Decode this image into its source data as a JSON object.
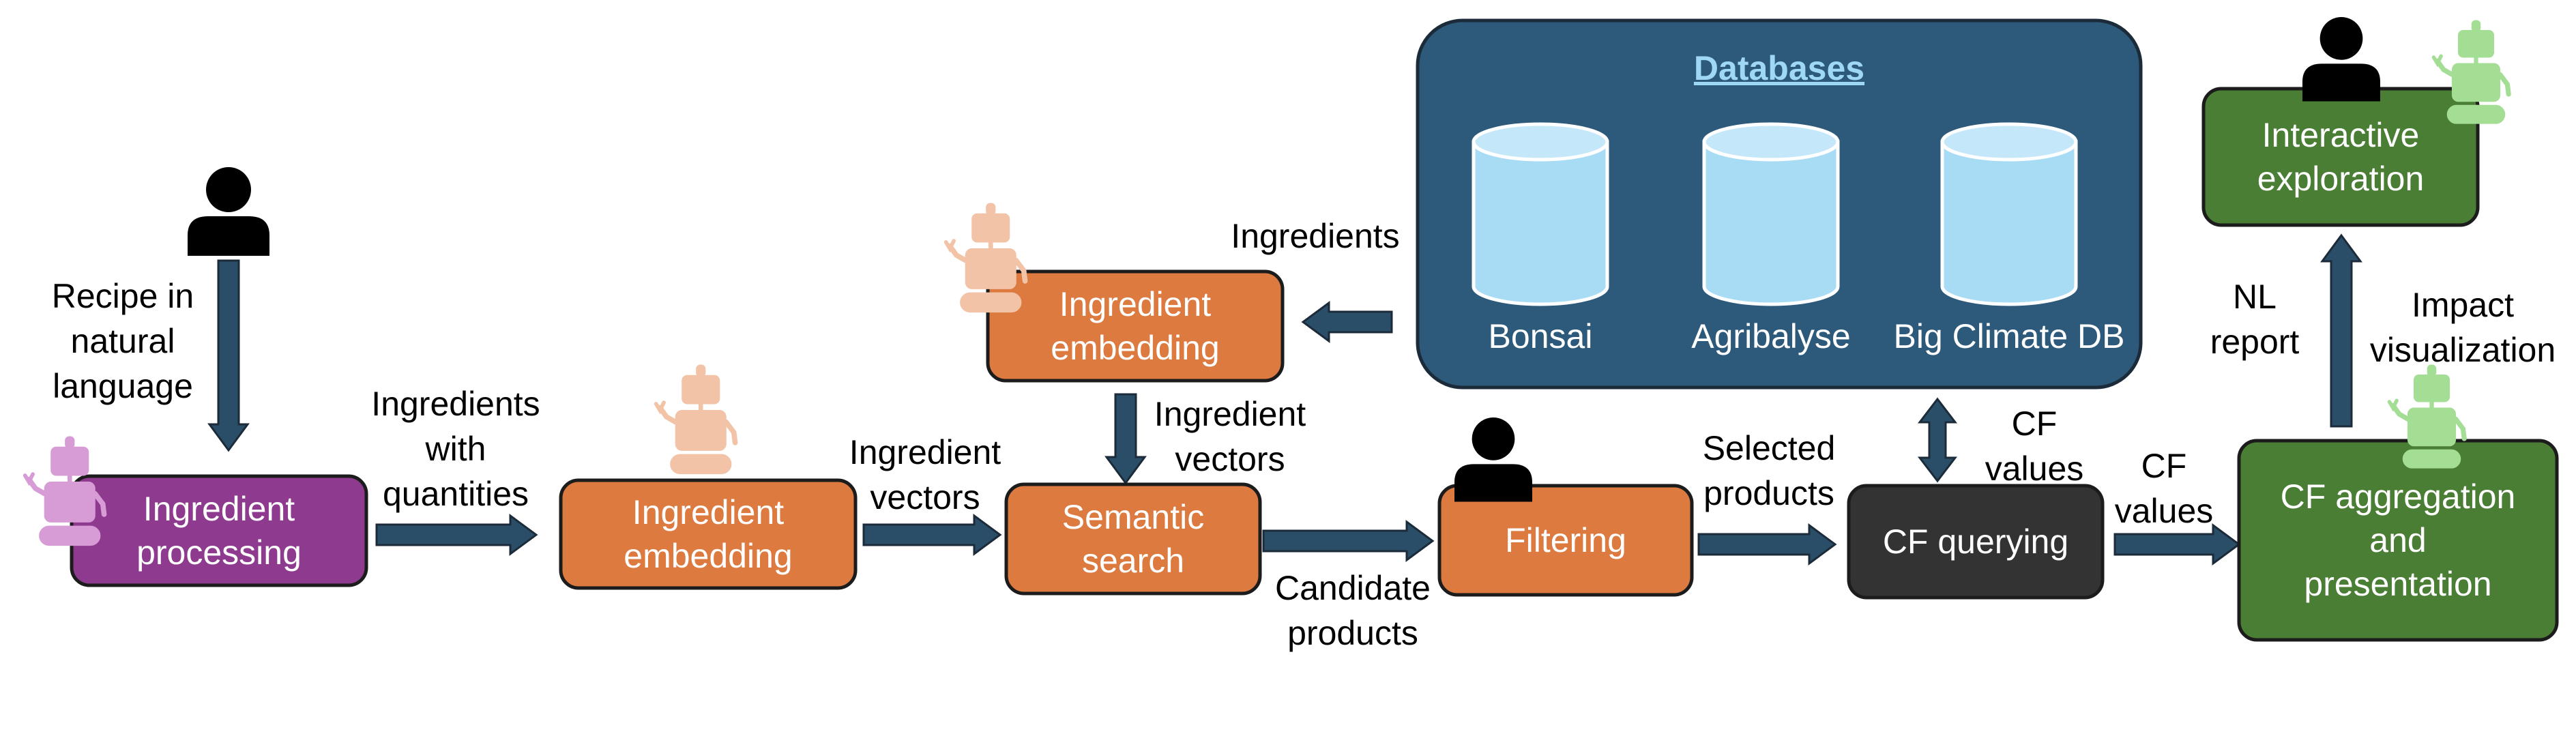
{
  "colors": {
    "orange": "#dc7a40",
    "purple": "#8e3a8e",
    "green": "#4a7e34",
    "dark": "#333333",
    "navy": "#2d5a7b",
    "cylinder": "#a8dcf5",
    "arrow": "#2b4e68"
  },
  "boxes": {
    "ingredient_processing": [
      "Ingredient",
      "processing"
    ],
    "ingredient_embedding_1": [
      "Ingredient",
      "embedding"
    ],
    "ingredient_embedding_2": [
      "Ingredient",
      "embedding"
    ],
    "semantic_search": [
      "Semantic",
      "search"
    ],
    "filtering": [
      "Filtering"
    ],
    "cf_querying": [
      "CF querying"
    ],
    "cf_aggregation": [
      "CF aggregation",
      "and",
      "presentation"
    ],
    "interactive_exploration": [
      "Interactive",
      "exploration"
    ]
  },
  "databases": {
    "title": "Databases",
    "items": [
      "Bonsai",
      "Agribalyse",
      "Big Climate DB"
    ]
  },
  "labels": {
    "recipe": [
      "Recipe in",
      "natural",
      "language"
    ],
    "ingredients_with_quantities": [
      "Ingredients",
      "with",
      "quantities"
    ],
    "ingredient_vectors_1": [
      "Ingredient",
      "vectors"
    ],
    "ingredient_vectors_2": [
      "Ingredient",
      "vectors"
    ],
    "ingredients": [
      "Ingredients"
    ],
    "candidate_products": [
      "Candidate",
      "products"
    ],
    "selected_products": [
      "Selected",
      "products"
    ],
    "cf_values_1": [
      "CF",
      "values"
    ],
    "cf_values_2": [
      "CF",
      "values"
    ],
    "nl_report": [
      "NL",
      "report"
    ],
    "impact_visualization": [
      "Impact",
      "visualization"
    ]
  },
  "icons": {
    "human": "person-icon",
    "robot": "robot-icon"
  }
}
